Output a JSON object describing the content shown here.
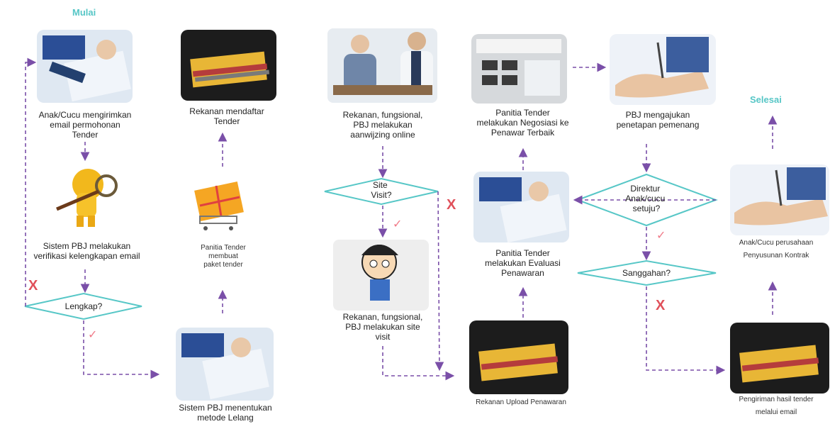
{
  "colors": {
    "arrow": "#7a4fa8",
    "diamond": "#57c7c7",
    "terminal": "#56c6c6",
    "cross": "#e0505a",
    "check": "#f07a88"
  },
  "terminals": {
    "start": "Mulai",
    "end": "Selesai"
  },
  "steps": {
    "email": [
      "Anak/Cucu mengirimkan",
      "email permohonan",
      "Tender"
    ],
    "verify": [
      "Sistem PBJ melakukan",
      "verifikasi kelengkapan email"
    ],
    "metode": [
      "Sistem PBJ menentukan",
      "metode Lelang"
    ],
    "paket": [
      "Panitia Tender",
      "membuat",
      "paket tender"
    ],
    "daftar": [
      "Rekanan  mendaftar",
      "Tender"
    ],
    "aanwijzing": [
      "Rekanan, fungsional,",
      "PBJ melakukan",
      "aanwijzing online"
    ],
    "sitevisit": [
      "Rekanan, fungsional,",
      "PBJ melakukan site",
      "visit"
    ],
    "upload": [
      "Rekanan Upload Penawaran"
    ],
    "evaluasi": [
      "Panitia Tender",
      "melakukan Evaluasi",
      "Penawaran"
    ],
    "negosiasi": [
      "Panitia Tender",
      "melakukan Negosiasi ke",
      "Penawar Terbaik"
    ],
    "penetapan": [
      "PBJ mengajukan",
      "penetapan pemenang"
    ],
    "pengiriman": [
      "Pengiriman hasil tender",
      "melalui email"
    ],
    "kontrak": [
      "Anak/Cucu perusahaan",
      "Penyusunan Kontrak"
    ]
  },
  "decisions": {
    "lengkap": [
      "Lengkap?"
    ],
    "sitevisit": [
      "Site",
      "Visit?"
    ],
    "direktur": [
      "Direktur",
      "Anak/cucu",
      "setuju?"
    ],
    "sanggahan": [
      "Sanggahan?"
    ]
  },
  "marks": {
    "cross": "X",
    "check": "✓"
  },
  "icons": {
    "email": "typing-hands-photo-icon",
    "verify": "magnifier-figure-icon",
    "metode": "typing-hands-photo-icon",
    "paket": "gift-cart-icon",
    "daftar": "folder-stack-photo-icon",
    "aanwijzing": "business-meeting-photo-icon",
    "sitevisit": "running-cartoon-icon",
    "upload": "folder-stack-photo-icon",
    "evaluasi": "typing-hands-photo-icon",
    "negosiasi": "calculator-photo-icon",
    "penetapan": "handshake-photo-icon",
    "kontrak": "handshake-photo-icon",
    "pengiriman": "folder-stack-photo-icon"
  }
}
